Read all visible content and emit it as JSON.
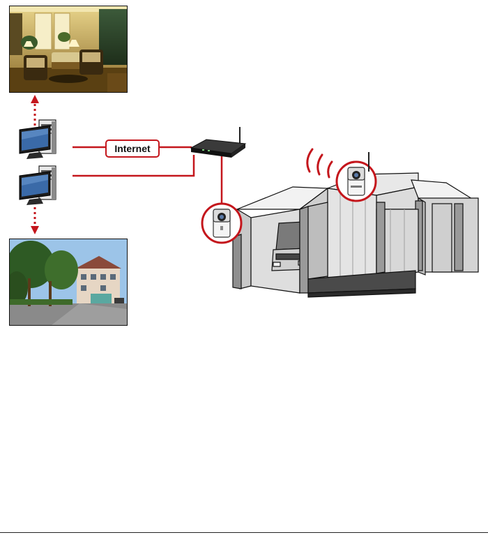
{
  "diagram": {
    "connection_label": "Internet",
    "colors": {
      "link": "#c4161c",
      "outline": "#111111",
      "wall": "#d9d9d9",
      "stone": "#9a9a9a",
      "floor": "#4a4a4a"
    },
    "nodes": [
      {
        "name": "lobby-photo",
        "kind": "photo"
      },
      {
        "name": "street-photo",
        "kind": "photo"
      },
      {
        "name": "computer-top",
        "kind": "desktop-pc-icon"
      },
      {
        "name": "computer-bottom",
        "kind": "desktop-pc-icon"
      },
      {
        "name": "wireless-router",
        "kind": "router-icon"
      },
      {
        "name": "wired-ip-camera",
        "kind": "ip-camera-icon"
      },
      {
        "name": "wireless-ip-camera",
        "kind": "wireless-ip-camera-icon"
      },
      {
        "name": "house-cutaway",
        "kind": "building-illustration"
      }
    ]
  }
}
